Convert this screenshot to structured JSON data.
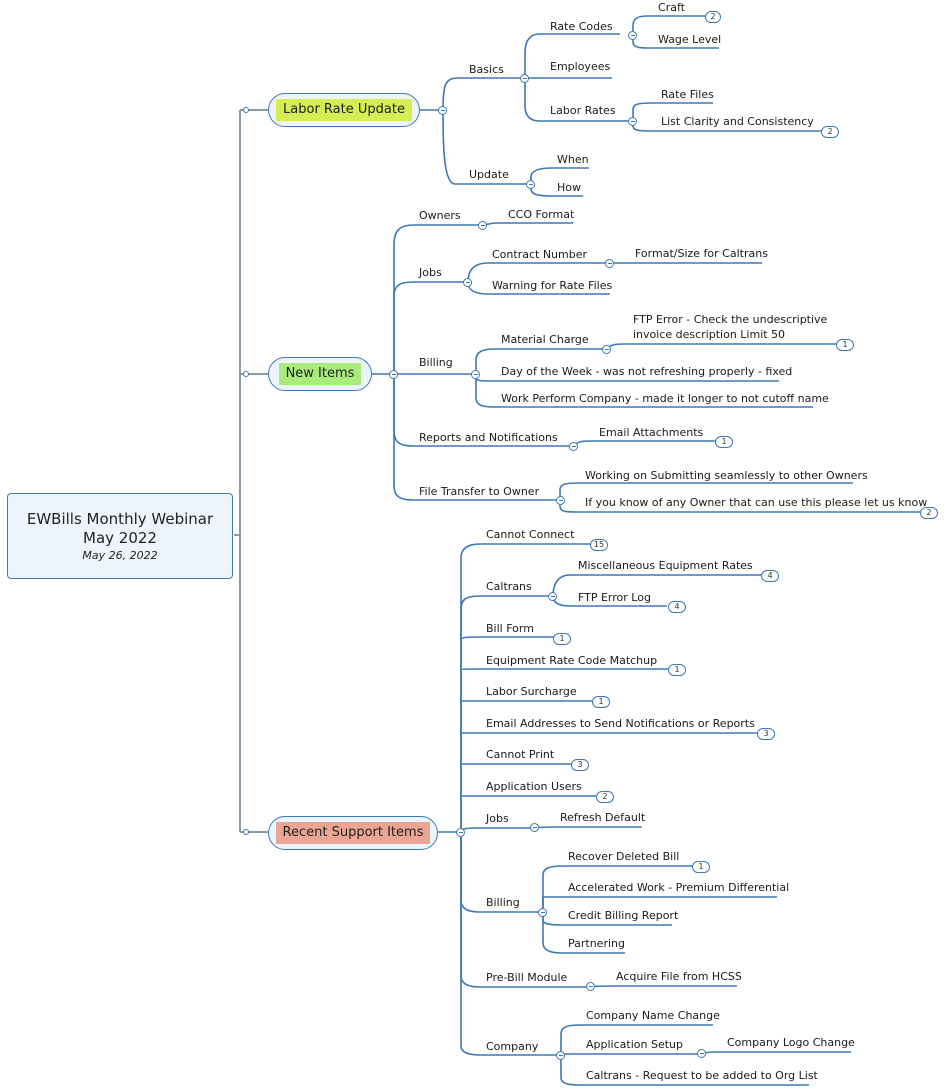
{
  "central": {
    "title_line1": "EWBills Monthly Webinar",
    "title_line2": "May 2022",
    "date": "May 26, 2022"
  },
  "colors": {
    "line": "#3d78b6",
    "labor_highlight": "#d4ee54",
    "new_highlight": "#a9ec7c",
    "support_highlight": "#eba592"
  },
  "labor": {
    "title": "Labor Rate Update",
    "basics": "Basics",
    "rate_codes": "Rate Codes",
    "craft": "Craft",
    "craft_badge": "2",
    "wage_level": "Wage Level",
    "employees": "Employees",
    "labor_rates": "Labor Rates",
    "rate_files": "Rate Files",
    "list_clarity": "List Clarity and Consistency",
    "list_clarity_badge": "2",
    "update": "Update",
    "when": "When",
    "how": "How"
  },
  "new_items": {
    "title": "New Items",
    "owners": "Owners",
    "cco_format": "CCO Format",
    "jobs": "Jobs",
    "contract_number": "Contract Number",
    "format_size": "Format/Size for Caltrans",
    "warning": "Warning for Rate Files",
    "billing": "Billing",
    "material_charge": "Material Charge",
    "ftp_error_line1": "FTP Error - Check the undescriptive",
    "ftp_error_line2": "invoice description Limit 50",
    "ftp_error_badge": "1",
    "day_of_week": "Day of the Week - was not refreshing properly - fixed",
    "work_perform": "Work Perform Company - made it longer to not cutoff name",
    "reports": "Reports and Notifications",
    "email_attachments": "Email Attachments",
    "email_attachments_badge": "1",
    "file_transfer": "File Transfer to Owner",
    "working_on": "Working on Submitting seamlessly to other Owners",
    "if_you_know": "If you know of any Owner that can use this please let us know",
    "if_you_know_badge": "2"
  },
  "support": {
    "title": "Recent Support Items",
    "cannot_connect": "Cannot Connect",
    "cannot_connect_badge": "15",
    "caltrans": "Caltrans",
    "misc_equipment": "Miscellaneous Equipment Rates",
    "misc_equipment_badge": "4",
    "ftp_error_log": "FTP Error Log",
    "ftp_error_log_badge": "4",
    "bill_form": "Bill Form",
    "bill_form_badge": "1",
    "equipment_rate": "Equipment Rate Code Matchup",
    "equipment_rate_badge": "1",
    "labor_surcharge": "Labor Surcharge",
    "labor_surcharge_badge": "1",
    "email_addresses": "Email Addresses to Send Notifications or Reports",
    "email_addresses_badge": "3",
    "cannot_print": "Cannot Print",
    "cannot_print_badge": "3",
    "application_users": "Application Users",
    "application_users_badge": "2",
    "jobs": "Jobs",
    "refresh_default": "Refresh Default",
    "billing": "Billing",
    "recover_deleted": "Recover Deleted Bill",
    "recover_deleted_badge": "1",
    "accelerated_work": "Accelerated Work - Premium Differential",
    "credit_billing": "Credit Billing Report",
    "partnering": "Partnering",
    "pre_bill": "Pre-Bill Module",
    "acquire_file": "Acquire File from HCSS",
    "company": "Company",
    "company_name_change": "Company Name Change",
    "application_setup": "Application Setup",
    "company_logo_change": "Company Logo Change",
    "caltrans_request": "Caltrans - Request to be added to Org List"
  }
}
